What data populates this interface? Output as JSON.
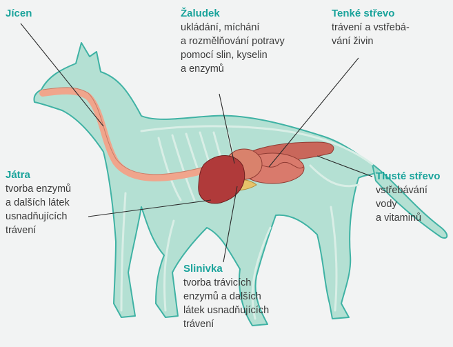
{
  "labels": {
    "jicen": {
      "title": "Jícen",
      "lines": []
    },
    "zaludek": {
      "title": "Žaludek",
      "lines": [
        "ukládání, míchání",
        "a rozmělňování potravy",
        "pomocí slin, kyselin",
        "a enzymů"
      ]
    },
    "tenke": {
      "title": "Tenké střevo",
      "lines": [
        "trávení a vstřebá-",
        "vání živin"
      ]
    },
    "jatra": {
      "title": "Játra",
      "lines": [
        "tvorba enzymů",
        "a dalších látek",
        "usnadňujících",
        "trávení"
      ]
    },
    "tluste": {
      "title": "Tlusté střevo",
      "lines": [
        "vstřebávání",
        "vody",
        "a vitaminů"
      ]
    },
    "slinivka": {
      "title": "Slinivka",
      "lines": [
        "tvorba trávicích",
        "enzymů a dalších",
        "látek usnadňujících",
        "trávení"
      ]
    }
  },
  "colors": {
    "body_fill": "#a9dccc",
    "body_stroke": "#3fb2a4",
    "bone": "#d9eee6",
    "esophagus": "#f0a58c",
    "liver": "#b03a3a",
    "stomach": "#d9826c",
    "intestine": "#c9675b",
    "pancreas": "#e6c36a",
    "title": "#1aa39b"
  }
}
